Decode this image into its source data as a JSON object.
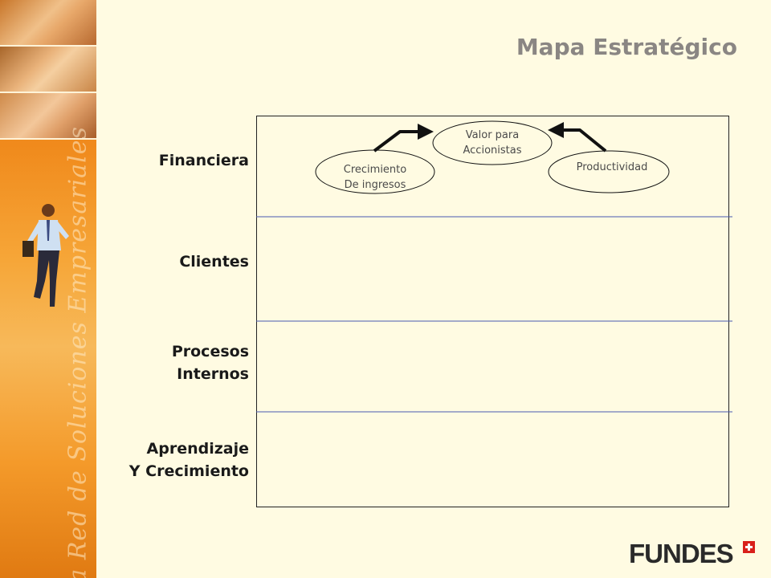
{
  "title": "Mapa Estratégico",
  "sidebar": {
    "vertical_text": "La Red de Soluciones Empresariales"
  },
  "perspectives": [
    {
      "line1": "Financiera",
      "line2": ""
    },
    {
      "line1": "Clientes",
      "line2": ""
    },
    {
      "line1": "Procesos",
      "line2": "Internos"
    },
    {
      "line1": "Aprendizaje",
      "line2": "Y Crecimiento"
    }
  ],
  "nodes": {
    "valor": {
      "line1": "Valor para",
      "line2": "Accionistas"
    },
    "crecimiento": {
      "line1": "Crecimiento",
      "line2": "De ingresos"
    },
    "productividad": {
      "line1": "Productividad"
    }
  },
  "logo": {
    "text": "FUNDES"
  },
  "colors": {
    "background": "#fffbe2",
    "sidebar_orange": "#f08a1c",
    "title_gray": "#8a8683",
    "divider_blue": "#4a5ab0",
    "logo_red": "#d9201a"
  }
}
